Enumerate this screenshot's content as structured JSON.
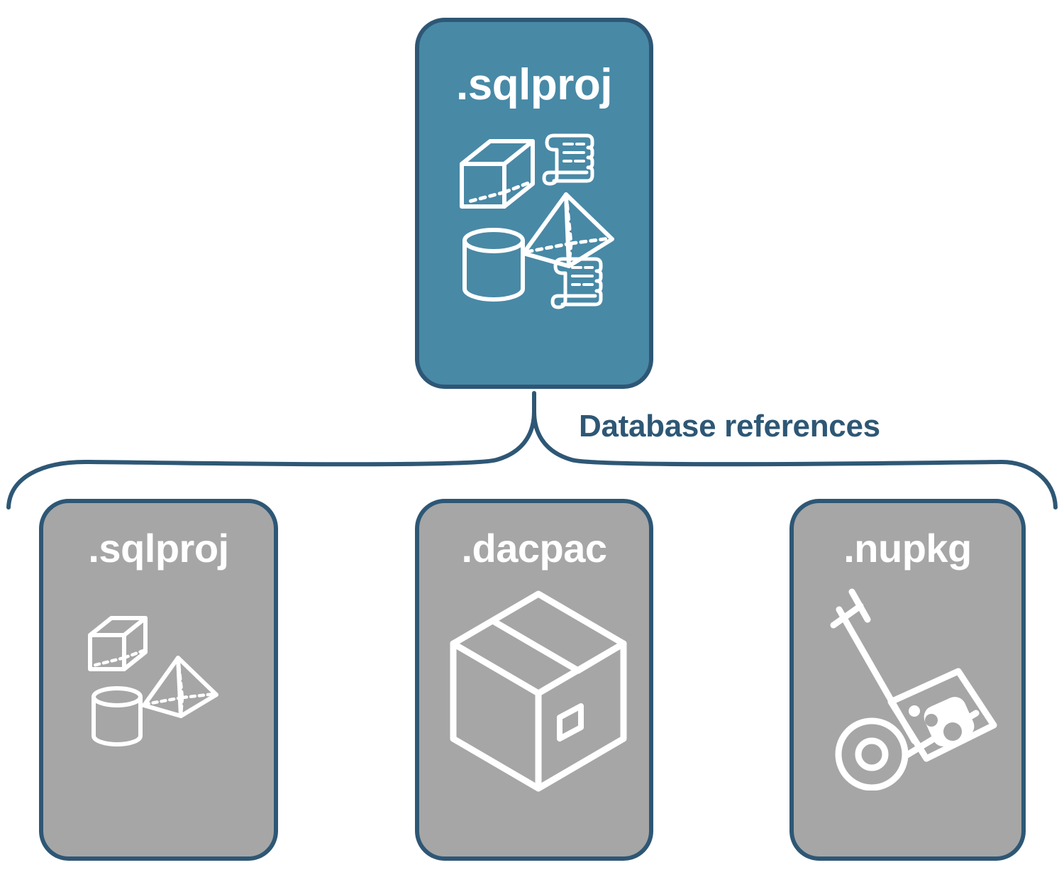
{
  "diagram": {
    "title_root": ".sqlproj",
    "connector_label": "Database references",
    "colors": {
      "root_card_fill": "#4889A6",
      "reference_card_fill": "#A6A6A6",
      "border": "#2E5775",
      "label_text": "#2E5775",
      "card_text": "#FFFFFF",
      "background": "#FFFFFF"
    }
  },
  "root_node": {
    "label": ".sqlproj",
    "icon": "database-objects-icon",
    "icon_parts": [
      "cube-wireframe",
      "scroll-top",
      "pyramid-wireframe",
      "cylinder-wireframe",
      "scroll-bottom"
    ]
  },
  "references": [
    {
      "label": ".sqlproj",
      "icon": "database-objects-icon",
      "icon_parts": [
        "cube-wireframe",
        "pyramid-wireframe",
        "cylinder-wireframe"
      ]
    },
    {
      "label": ".dacpac",
      "icon": "package-box-icon",
      "icon_parts": [
        "shipping-box"
      ]
    },
    {
      "label": ".nupkg",
      "icon": "hand-truck-icon",
      "icon_parts": [
        "dolly",
        "nuget-package-box",
        "wheel"
      ]
    }
  ]
}
